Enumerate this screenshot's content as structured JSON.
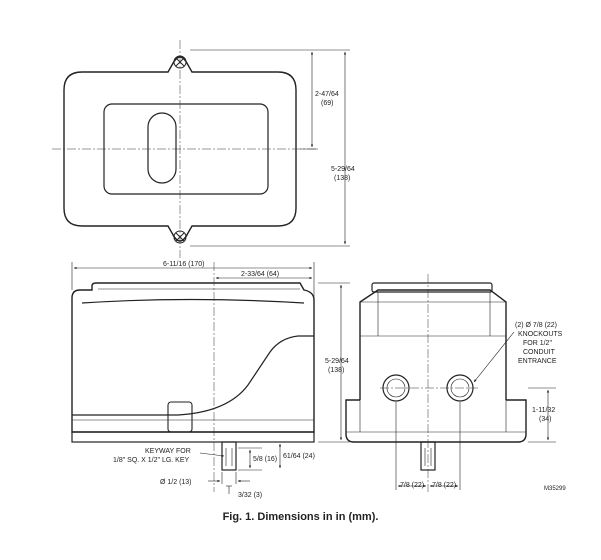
{
  "labels": {
    "top_height_upper": "2-47/64",
    "top_height_upper_mm": "(69)",
    "top_height_total": "5-29/64",
    "top_height_total_mm": "(138)",
    "overall_width": "6-11/16 (170)",
    "offset_width": "2-33/64 (64)",
    "side_height": "5-29/64",
    "side_height_mm": "(138)",
    "keyway_line1": "KEYWAY FOR",
    "keyway_line2": "1/8\" SQ. X 1/2\" LG. KEY",
    "shaft_5_8": "5/8 (16)",
    "shaft_61_64": "61/64 (24)",
    "shaft_dia": "Ø 1/2 (13)",
    "shaft_3_32": "3/32 (3)",
    "knockout_line1": "(2) Ø 7/8 (22)",
    "knockout_line2": "KNOCKOUTS",
    "knockout_line3": "FOR 1/2\"",
    "knockout_line4": "CONDUIT",
    "knockout_line5": "ENTRANCE",
    "base_height": "1-11/32",
    "base_height_mm": "(34)",
    "ko_spacing_1": "7/8 (22)",
    "ko_spacing_2": "7/8 (22)",
    "drawing_number": "M35299"
  },
  "caption": "Fig. 1. Dimensions in in (mm)."
}
